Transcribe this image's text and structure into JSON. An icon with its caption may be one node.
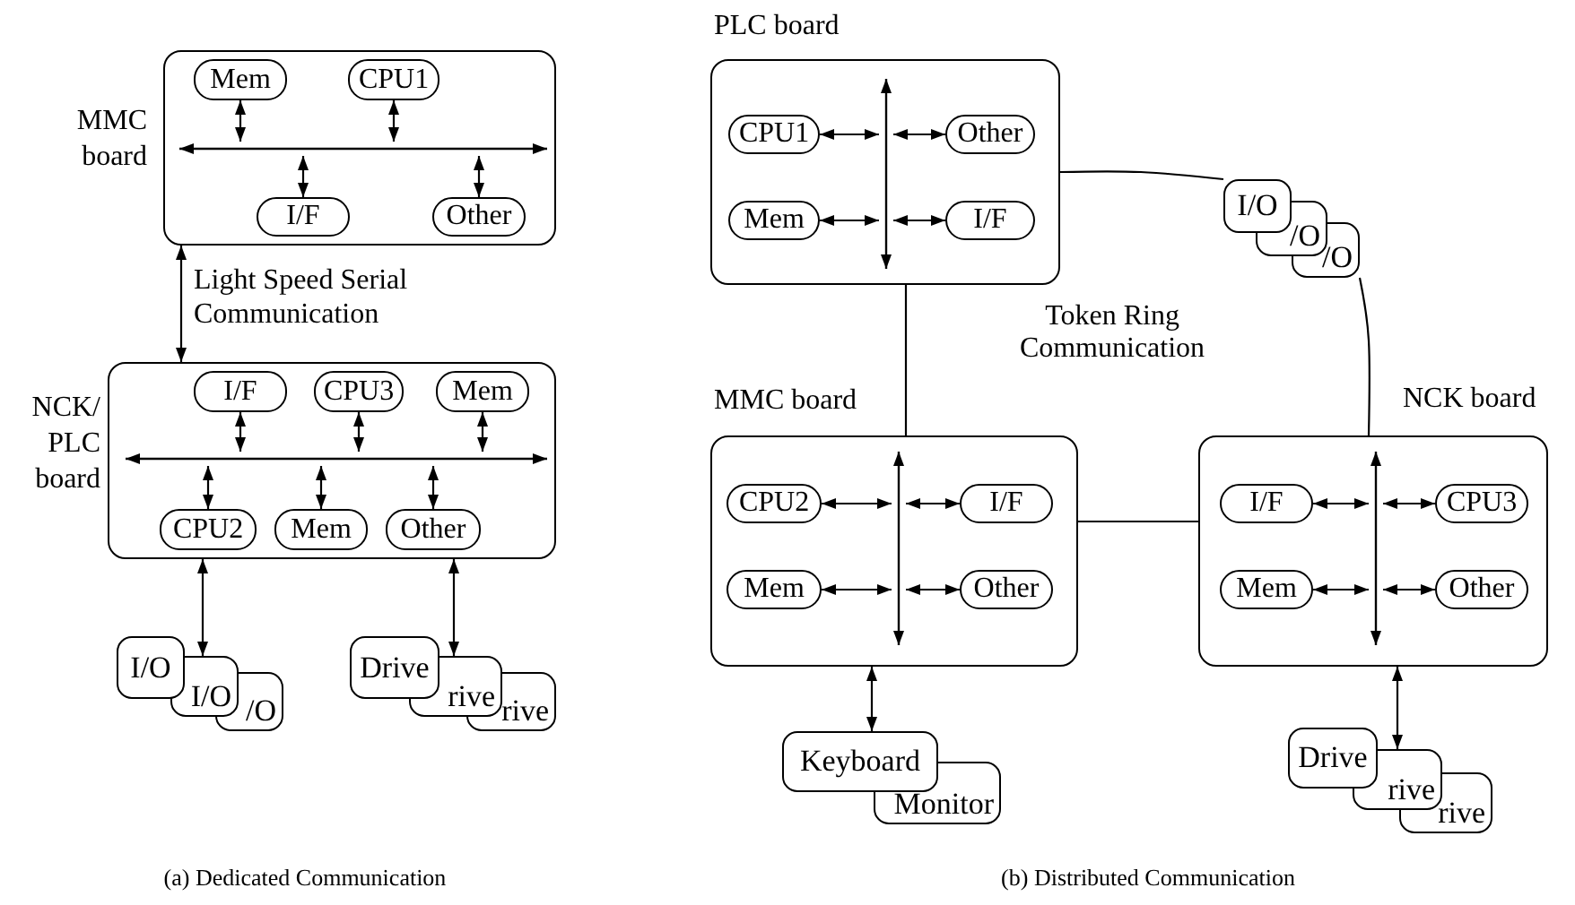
{
  "diagram": {
    "nodes": [
      {
        "text": [
          "MMC board"
        ]
      },
      {
        "text": [
          "Mem"
        ],
        "in": 0
      },
      {
        "text": [
          "CPU1"
        ],
        "in": 0
      },
      {
        "text": [],
        "shape": "bar",
        "in": 0
      },
      {
        "text": [
          "I/F"
        ],
        "in": 0
      },
      {
        "text": [
          "Other"
        ],
        "in": 0
      },
      {
        "text": [
          "NCK/ PLC board"
        ]
      },
      {
        "text": [
          "I/F"
        ],
        "in": 6
      },
      {
        "text": [
          "CPU3"
        ],
        "in": 6
      },
      {
        "text": [
          "Mem"
        ],
        "in": 6
      },
      {
        "text": [],
        "shape": "bar",
        "in": 6
      },
      {
        "text": [
          "CPU2"
        ],
        "in": 6
      },
      {
        "text": [
          "Mem"
        ],
        "in": 6
      },
      {
        "text": [
          "Other"
        ],
        "in": 6
      },
      {
        "text": [
          "I/O",
          "I/O",
          "/O"
        ]
      },
      {
        "text": [
          "Drive",
          "rive",
          "rive"
        ]
      },
      {
        "text": [
          "PLC board"
        ]
      },
      {
        "text": [
          "CPU1"
        ],
        "in": 16
      },
      {
        "text": [
          "Other"
        ],
        "in": 16
      },
      {
        "text": [
          "Mem"
        ],
        "in": 16
      },
      {
        "text": [
          "I/F"
        ],
        "in": 16
      },
      {
        "text": [],
        "shape": "bar",
        "in": 16
      },
      {
        "text": [
          "I/O",
          "/O",
          "/O"
        ]
      },
      {
        "text": [
          "MMC board"
        ]
      },
      {
        "text": [
          "CPU2"
        ],
        "in": 23
      },
      {
        "text": [
          "I/F"
        ],
        "in": 23
      },
      {
        "text": [
          "Mem"
        ],
        "in": 23
      },
      {
        "text": [
          "Other"
        ],
        "in": 23
      },
      {
        "text": [],
        "shape": "bar",
        "in": 23
      },
      {
        "text": [
          "NCK board"
        ]
      },
      {
        "text": [
          "I/F"
        ],
        "in": 29
      },
      {
        "text": [
          "CPU3"
        ],
        "in": 29
      },
      {
        "text": [
          "Mem"
        ],
        "in": 29
      },
      {
        "text": [
          "Other"
        ],
        "in": 29
      },
      {
        "text": [],
        "shape": "bar",
        "in": 29
      },
      {
        "text": [
          "Keyboard",
          "Monitor"
        ]
      },
      {
        "text": [
          "Drive",
          "rive",
          "rive"
        ]
      }
    ],
    "edges": [
      {
        "from": 1,
        "to": 3,
        "arrow": "both"
      },
      {
        "from": 2,
        "to": 3,
        "arrow": "both"
      },
      {
        "from": 3,
        "to": 4,
        "arrow": "both"
      },
      {
        "from": 3,
        "to": 5,
        "arrow": "both"
      },
      {
        "from": 0,
        "to": 6,
        "arrow": "both",
        "label": "Light Speed Serial Communication"
      },
      {
        "from": 7,
        "to": 10,
        "arrow": "both"
      },
      {
        "from": 8,
        "to": 10,
        "arrow": "both"
      },
      {
        "from": 9,
        "to": 10,
        "arrow": "both"
      },
      {
        "from": 10,
        "to": 11,
        "arrow": "both"
      },
      {
        "from": 10,
        "to": 12,
        "arrow": "both"
      },
      {
        "from": 10,
        "to": 13,
        "arrow": "both"
      },
      {
        "from": 6,
        "to": 14,
        "arrow": "both"
      },
      {
        "from": 6,
        "to": 15,
        "arrow": "both"
      },
      {
        "from": 17,
        "to": 21,
        "arrow": "both"
      },
      {
        "from": 21,
        "to": 18,
        "arrow": "both"
      },
      {
        "from": 19,
        "to": 21,
        "arrow": "both"
      },
      {
        "from": 21,
        "to": 20,
        "arrow": "both"
      },
      {
        "from": 24,
        "to": 28,
        "arrow": "both"
      },
      {
        "from": 28,
        "to": 25,
        "arrow": "both"
      },
      {
        "from": 26,
        "to": 28,
        "arrow": "both"
      },
      {
        "from": 28,
        "to": 27,
        "arrow": "both"
      },
      {
        "from": 30,
        "to": 34,
        "arrow": "both"
      },
      {
        "from": 34,
        "to": 31,
        "arrow": "both"
      },
      {
        "from": 32,
        "to": 34,
        "arrow": "both"
      },
      {
        "from": 34,
        "to": 33,
        "arrow": "both"
      },
      {
        "from": 23,
        "to": 35,
        "arrow": "both"
      },
      {
        "from": 29,
        "to": 36,
        "arrow": "both"
      },
      {
        "from": 16,
        "to": 22,
        "arrow": "none"
      },
      {
        "from": 22,
        "to": 29,
        "arrow": "none"
      },
      {
        "from": 29,
        "to": 23,
        "arrow": "none"
      },
      {
        "from": 23,
        "to": 16,
        "arrow": "none"
      }
    ],
    "labels": [
      "Token Ring Communication",
      "(a) Dedicated Communication",
      "(b) Distributed Communication"
    ]
  }
}
